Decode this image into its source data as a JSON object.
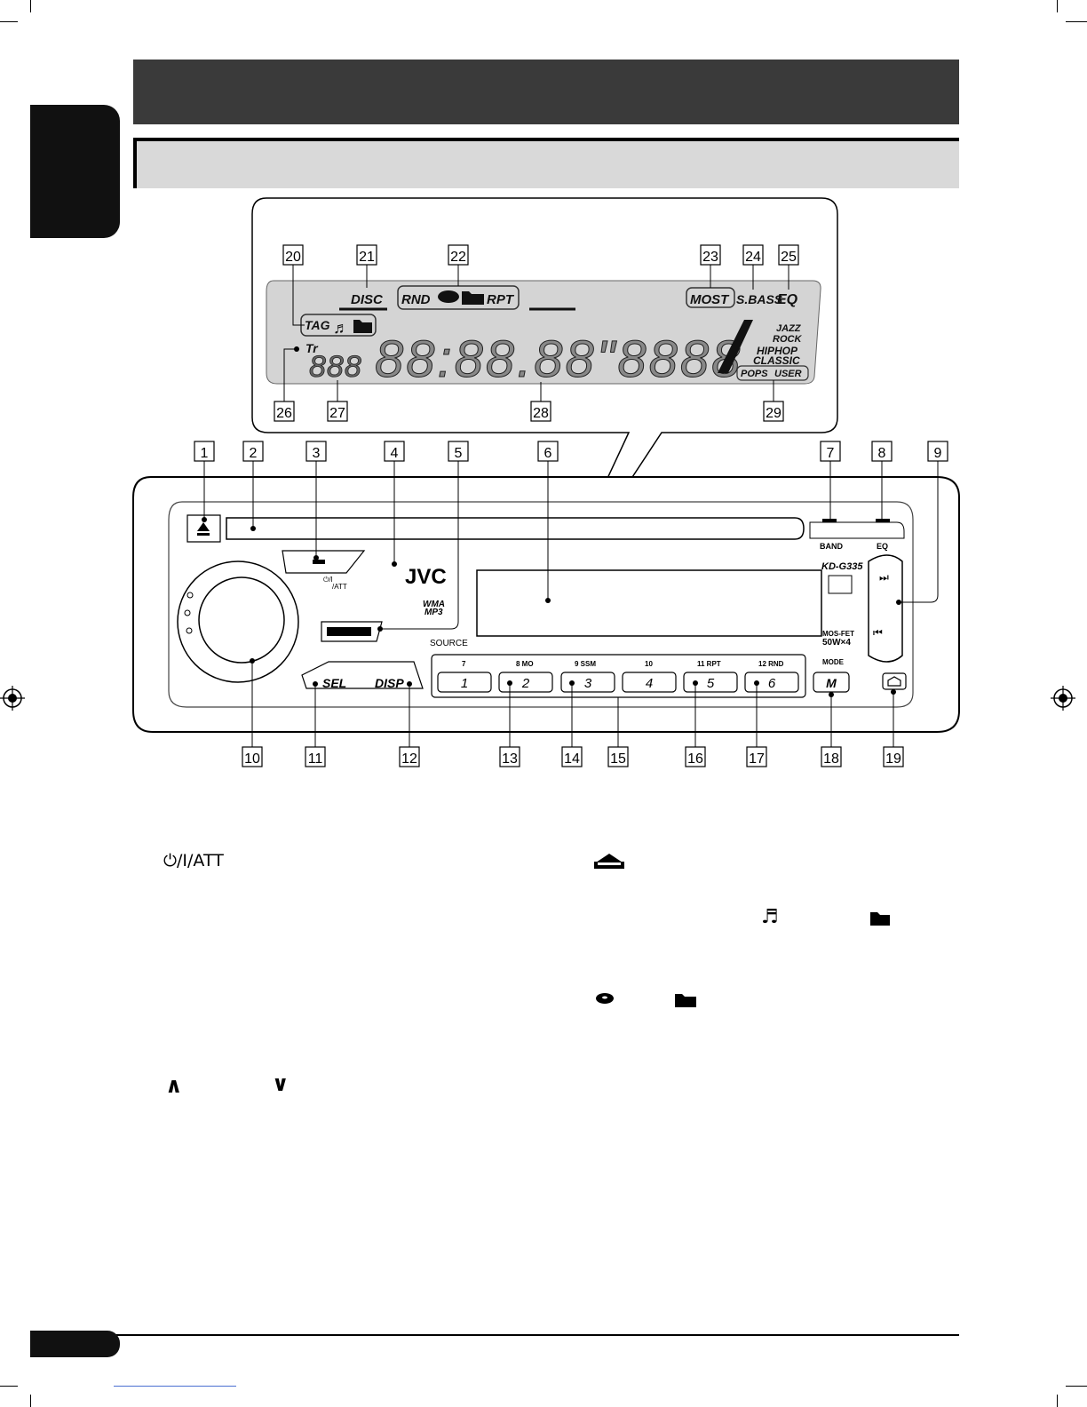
{
  "callouts": {
    "display_top": [
      "20",
      "21",
      "22",
      "23",
      "24",
      "25"
    ],
    "display_bottom": [
      "26",
      "27",
      "28",
      "29"
    ],
    "unit_top": [
      "1",
      "2",
      "3",
      "4",
      "5",
      "6",
      "7",
      "8",
      "9"
    ],
    "unit_bottom": [
      "10",
      "11",
      "12",
      "13",
      "14",
      "15",
      "16",
      "17",
      "18",
      "19"
    ]
  },
  "lcd": {
    "disc": "DISC",
    "rnd": "RND",
    "rpt": "RPT",
    "most": "MOST",
    "sbass": "S.BASS",
    "eq": "EQ",
    "tag": "TAG",
    "tr": "Tr",
    "track_digits": "888",
    "main_digits": "88:88.88\"8888",
    "eq_modes": [
      "JAZZ",
      "ROCK",
      "HIPHOP",
      "CLASSIC",
      "POPS",
      "USER"
    ]
  },
  "unit": {
    "brand": "JVC",
    "format_logo_1": "WMA",
    "format_logo_2": "MP3",
    "model": "KD-G335",
    "power_label": "⏻/I",
    "att_label": "/ATT",
    "band": "BAND",
    "eq": "EQ",
    "source": "SOURCE",
    "sel": "SEL",
    "disp": "DISP",
    "mode": "MODE",
    "mode_button": "M",
    "mosfet_1": "MOS-FET",
    "mosfet_2": "50W×4",
    "preset_top": [
      "7",
      "8  MO",
      "9  SSM",
      "10",
      "11  RPT",
      "12  RND"
    ],
    "preset_buttons": [
      "1",
      "2",
      "3",
      "4",
      "5",
      "6"
    ]
  },
  "descriptions": {
    "power_att": "⏻/I/ATT",
    "up": "∧",
    "down": "∨"
  }
}
